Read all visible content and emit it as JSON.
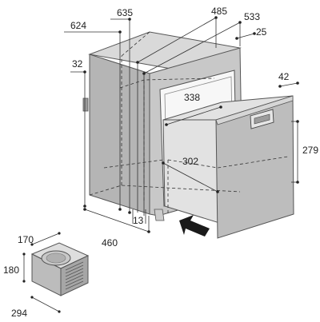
{
  "colors": {
    "cabinet_top": "#d9d9d9",
    "cabinet_side": "#b5b5b5",
    "frame": "#c8c8c8",
    "drawer_front": "#bdbdbd",
    "drawer_light": "#e2e2e2",
    "arrow": "#1a1a1a",
    "line": "#333333"
  },
  "dimensions": {
    "d624": "624",
    "d635": "635",
    "d485": "485",
    "d533": "533",
    "d25": "25",
    "d32": "32",
    "d42": "42",
    "d338": "338",
    "d279": "279",
    "d302": "302",
    "d13": "13",
    "d460": "460"
  },
  "compressor_dimensions": {
    "d170": "170",
    "d180": "180",
    "d294": "294"
  },
  "icons": {
    "insert_arrow": "insert-direction-arrow-icon",
    "handle": "drawer-handle-icon",
    "compressor_grille": "vent-grille-icon"
  }
}
